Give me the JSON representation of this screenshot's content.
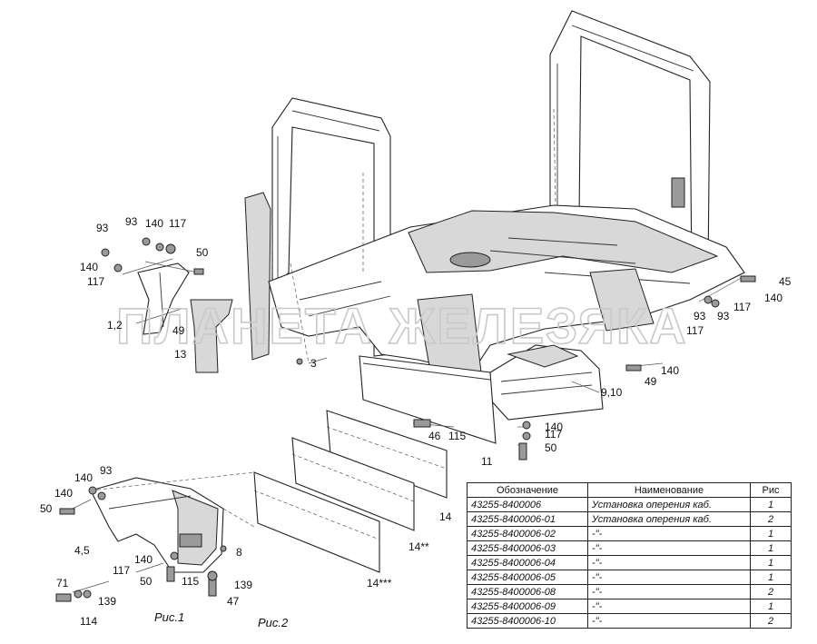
{
  "watermark": "ПЛАНЕТА ЖЕЛЕЗЯКА",
  "figure_labels": [
    "Рис.1",
    "Рис.2"
  ],
  "callouts": {
    "c93a": "93",
    "c93b": "93",
    "c140a": "140",
    "c117a": "117",
    "c140b": "140",
    "c117b": "117",
    "c50a": "50",
    "c12": "1,2",
    "c49a": "49",
    "c13": "13",
    "c3": "3",
    "c45": "45",
    "c140c": "140",
    "c93c": "93",
    "c93d": "93",
    "c117c": "117",
    "c117d": "117",
    "c140d": "140",
    "c49b": "49",
    "c910": "9,10",
    "c140e": "140",
    "c117e": "117",
    "c50b": "50",
    "c46": "46",
    "c115a": "115",
    "c11": "11",
    "c14a": "14",
    "c14b": "14**",
    "c14c": "14***",
    "c140f": "140",
    "c93e": "93",
    "c140g": "140",
    "c50c": "50",
    "c45b": "4,5",
    "c8": "8",
    "c140h": "140",
    "c117f": "117",
    "c50d": "50",
    "c115b": "115",
    "c139a": "139",
    "c47": "47",
    "c71": "71",
    "c139b": "139",
    "c114": "114"
  },
  "table": {
    "headers": [
      "Обозначение",
      "Наименование",
      "Рис"
    ],
    "rows": [
      [
        "43255-8400006",
        "Установка оперения каб.",
        "1"
      ],
      [
        "43255-8400006-01",
        "Установка оперения каб.",
        "2"
      ],
      [
        "43255-8400006-02",
        "-\"-",
        "1"
      ],
      [
        "43255-8400006-03",
        "-\"-",
        "1"
      ],
      [
        "43255-8400006-04",
        "-\"-",
        "1"
      ],
      [
        "43255-8400006-05",
        "-\"-",
        "1"
      ],
      [
        "43255-8400006-08",
        "-\"-",
        "2"
      ],
      [
        "43255-8400006-09",
        "-\"-",
        "1"
      ],
      [
        "43255-8400006-10",
        "-\"-",
        "2"
      ]
    ]
  }
}
